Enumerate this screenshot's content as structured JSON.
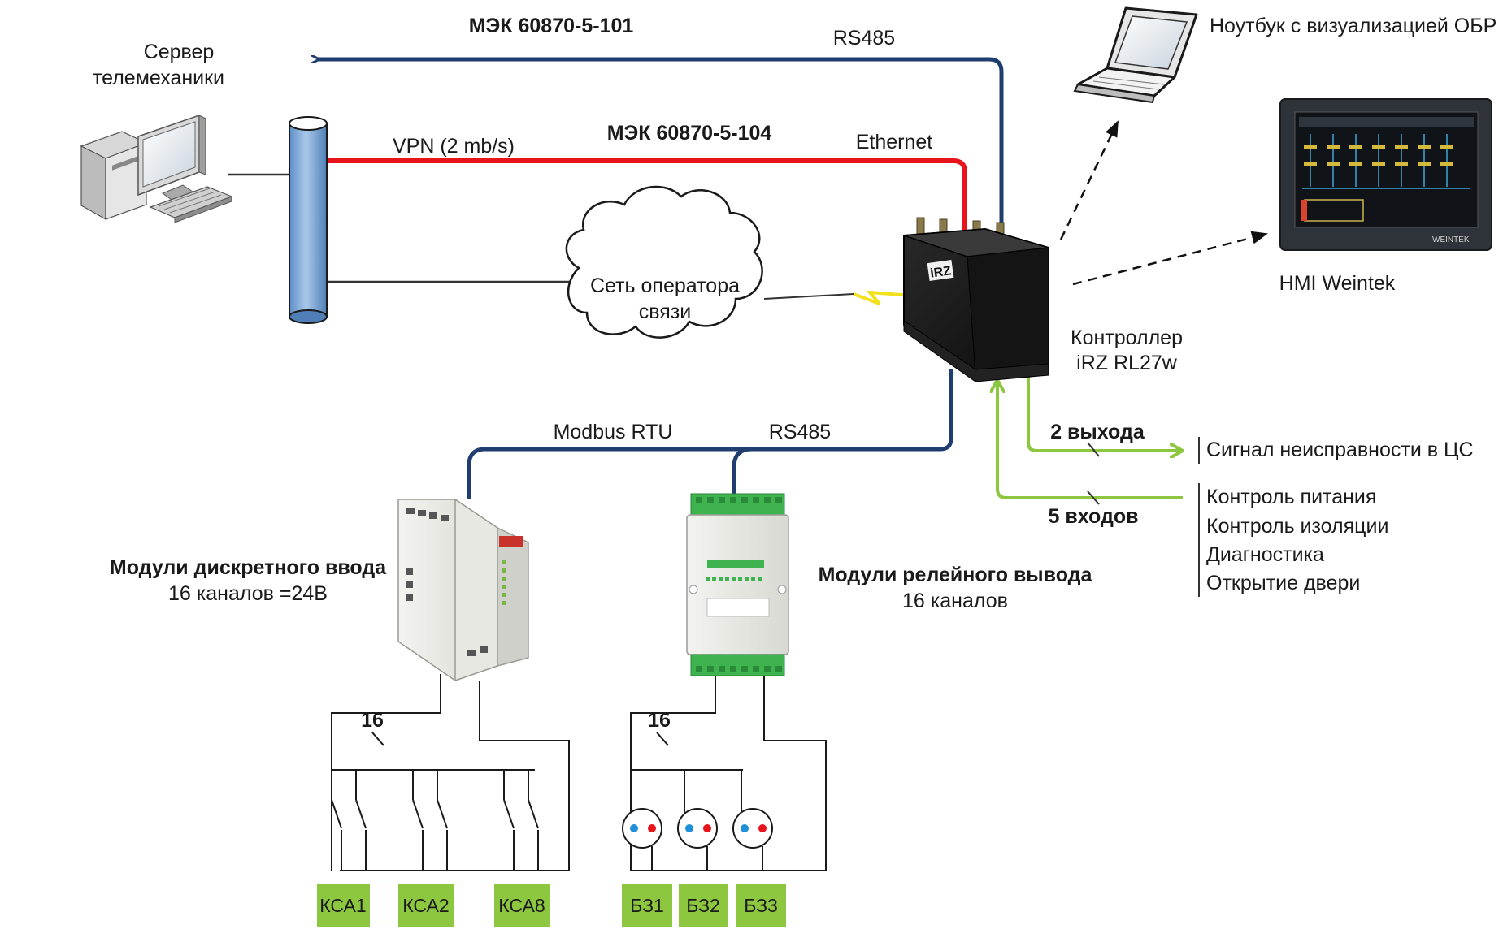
{
  "labels": {
    "server": [
      "Сервер",
      "телемеханики"
    ],
    "iec101": "МЭК 60870-5-101",
    "rs485_top": "RS485",
    "iec104": "МЭК 60870-5-104",
    "vpn": "VPN (2 mb/s)",
    "ethernet": "Ethernet",
    "cloud": [
      "Сеть оператора",
      "связи"
    ],
    "laptop": "Ноутбук с визуализацией ОБР",
    "hmi": "HMI Weintek",
    "controller": [
      "Контроллер",
      "iRZ RL27w"
    ],
    "modbus": "Modbus RTU",
    "rs485_bottom": "RS485",
    "outputs": "2 выхода",
    "inputs": "5 входов",
    "output_signal": "Сигнал неисправности в ЦС",
    "input_signals": [
      "Контроль питания",
      "Контроль изоляции",
      "Диагностика",
      "Открытие двери"
    ],
    "di_module_title": "Модули дискретного ввода",
    "di_module_sub": "16 каналов =24В",
    "relay_module_title": "Модули релейного вывода",
    "relay_module_sub": "16 каналов",
    "di_count": "16",
    "relay_count": "16",
    "ksa": [
      "КСА1",
      "КСА2",
      "КСА8"
    ],
    "bz": [
      "БЗ1",
      "БЗ2",
      "БЗ3"
    ],
    "irz_logo": "iRZ",
    "weintek_logo": "WEINTEK"
  },
  "colors": {
    "iec101_line": "#1f3d6e",
    "iec104_line": "#e8141c",
    "io_line": "#8dc63f",
    "terminal_fill": "#8dc63f",
    "module_green": "#3fb34f"
  },
  "icons": [
    "desktop-computer-icon",
    "bus-cylinder-icon",
    "cloud-icon",
    "laptop-icon",
    "hmi-panel-icon",
    "router-icon",
    "di-module-icon",
    "relay-module-icon",
    "lightning-icon"
  ]
}
